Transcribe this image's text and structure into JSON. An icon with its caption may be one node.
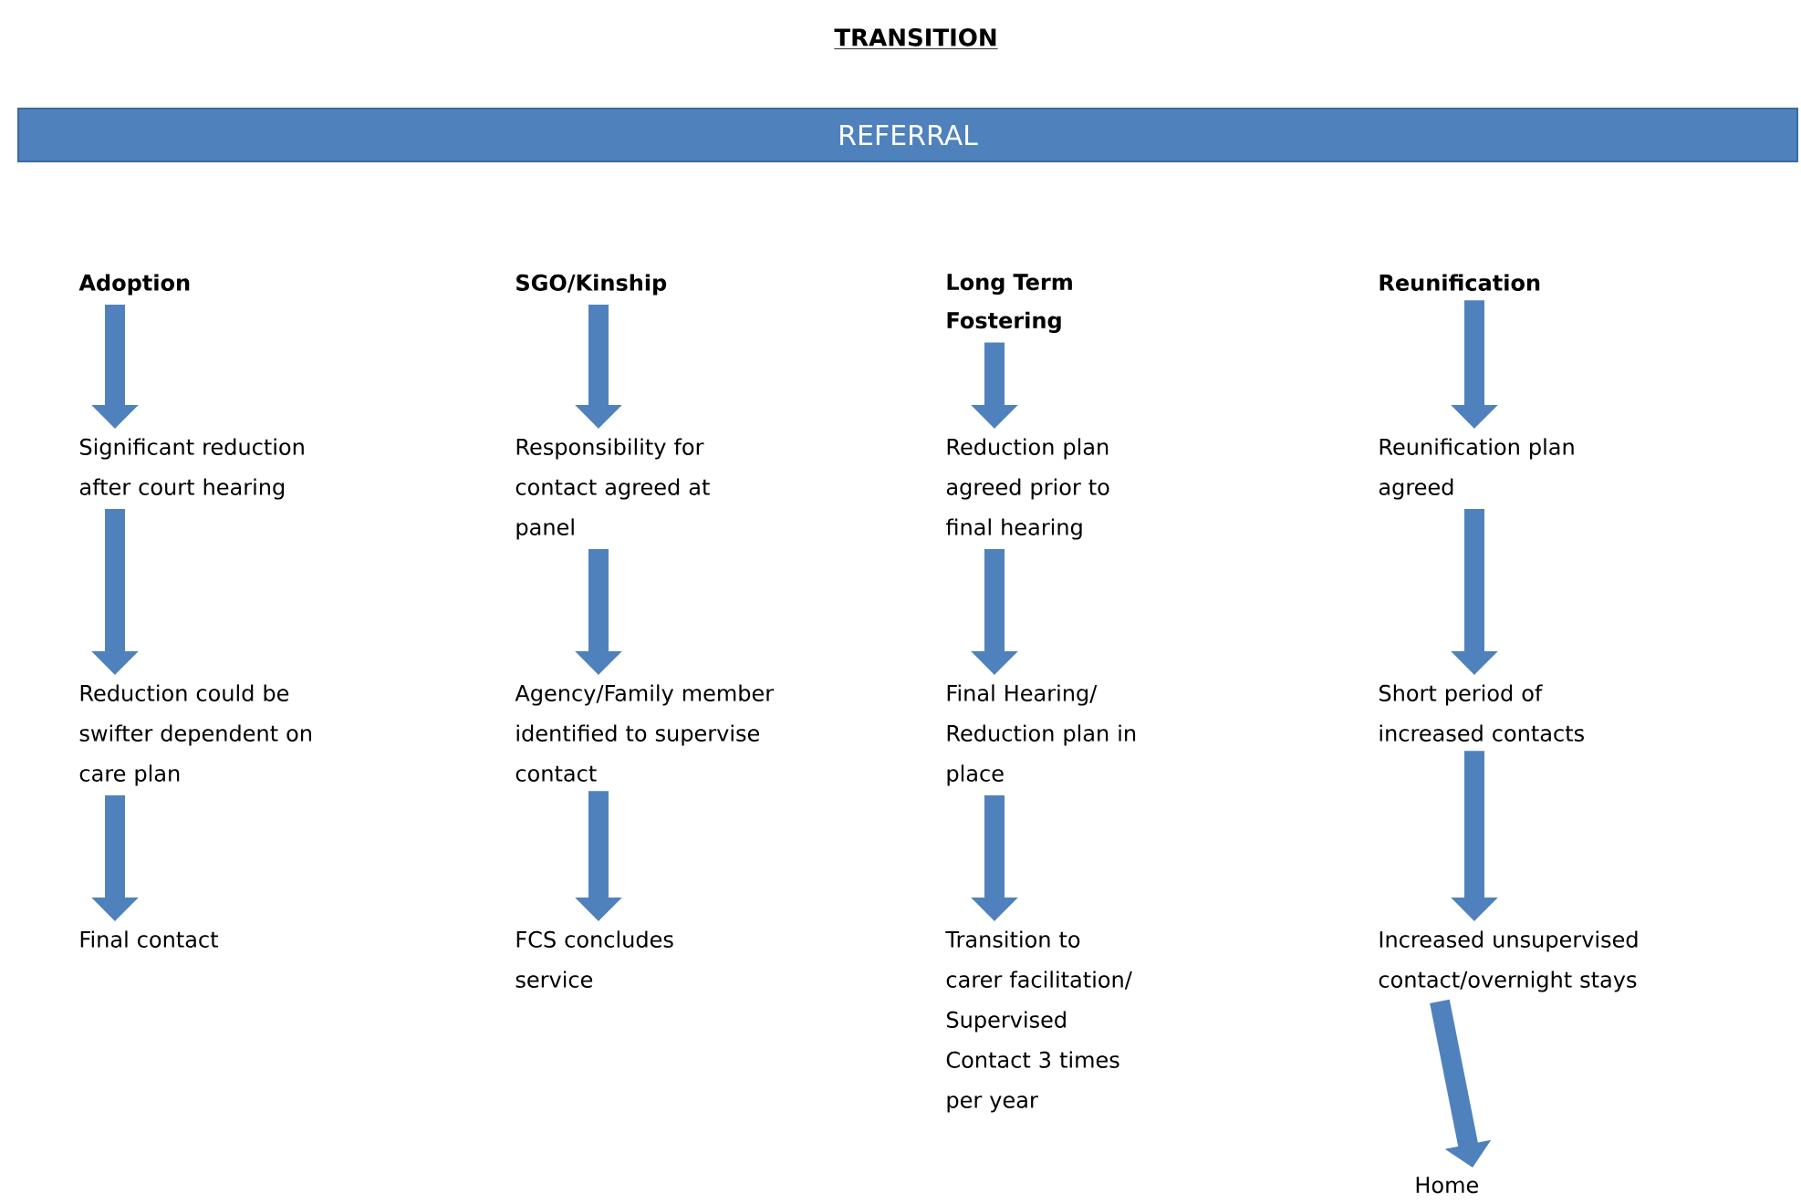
{
  "diagram": {
    "title": "TRANSITION",
    "nodes": [
      {
        "text": [
          "REFERRAL"
        ]
      },
      {
        "text": [
          "Adoption"
        ]
      },
      {
        "text": [
          "Significant reduction after court hearing"
        ]
      },
      {
        "text": [
          "Reduction could be swifter dependent on care plan"
        ]
      },
      {
        "text": [
          "Final contact"
        ]
      },
      {
        "text": [
          "SGO/Kinship"
        ]
      },
      {
        "text": [
          "Responsibility for contact agreed at panel"
        ]
      },
      {
        "text": [
          "Agency/Family member identified to supervise contact"
        ]
      },
      {
        "text": [
          "FCS concludes service"
        ]
      },
      {
        "text": [
          "Long Term Fostering"
        ]
      },
      {
        "text": [
          "Reduction plan agreed prior to final hearing"
        ]
      },
      {
        "text": [
          "Final Hearing/ Reduction plan in place"
        ]
      },
      {
        "text": [
          "Transition to carer facilitation/ Supervised Contact 3 times per year"
        ]
      },
      {
        "text": [
          "Reunification"
        ]
      },
      {
        "text": [
          "Reunification plan agreed"
        ]
      },
      {
        "text": [
          "Short period of increased contacts"
        ]
      },
      {
        "text": [
          "Increased unsupervised contact/overnight stays"
        ]
      },
      {
        "text": [
          "Home"
        ]
      }
    ],
    "edges": [
      {
        "from": 1,
        "to": 2,
        "arrow": "to"
      },
      {
        "from": 2,
        "to": 3,
        "arrow": "to"
      },
      {
        "from": 3,
        "to": 4,
        "arrow": "to"
      },
      {
        "from": 5,
        "to": 6,
        "arrow": "to"
      },
      {
        "from": 6,
        "to": 7,
        "arrow": "to"
      },
      {
        "from": 7,
        "to": 8,
        "arrow": "to"
      },
      {
        "from": 9,
        "to": 10,
        "arrow": "to"
      },
      {
        "from": 10,
        "to": 11,
        "arrow": "to"
      },
      {
        "from": 11,
        "to": 12,
        "arrow": "to"
      },
      {
        "from": 13,
        "to": 14,
        "arrow": "to"
      },
      {
        "from": 14,
        "to": 15,
        "arrow": "to"
      },
      {
        "from": 15,
        "to": 16,
        "arrow": "to"
      },
      {
        "from": 16,
        "to": 17,
        "arrow": "to"
      }
    ]
  }
}
